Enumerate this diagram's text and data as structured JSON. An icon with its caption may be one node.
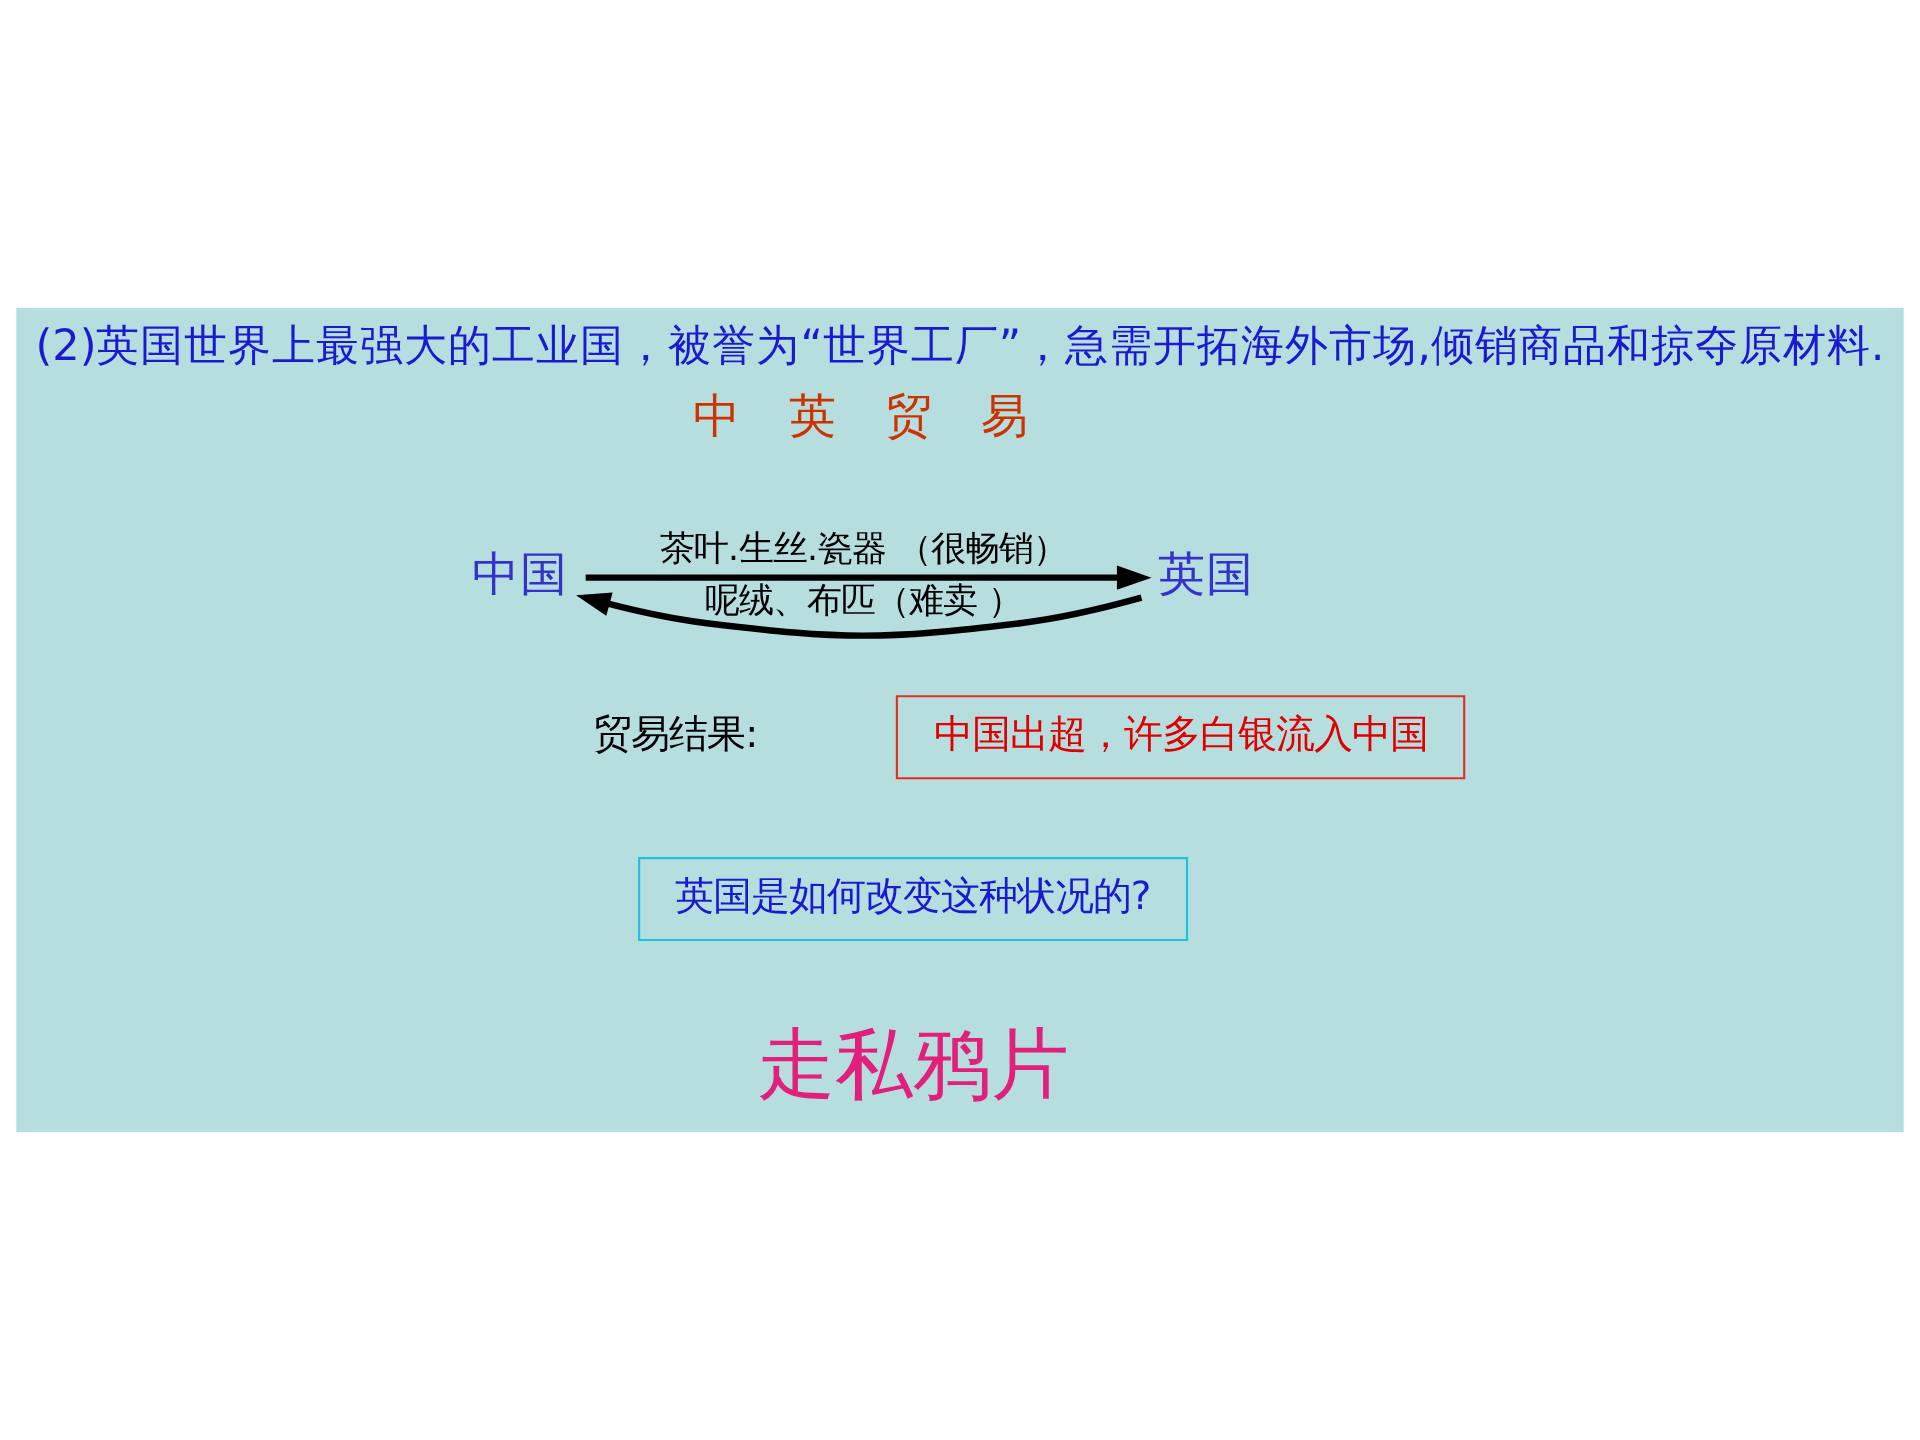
{
  "diagram": {
    "title": "(2)英国世界上最强大的工业国，被誉为“世界工厂”，急需开拓海外市场,倾销商品和掠夺原材料.",
    "nodes": [
      {
        "text": [
          "中国"
        ]
      },
      {
        "text": [
          "英国"
        ]
      },
      {
        "text": [
          "中国出超，许多白银流入中国"
        ]
      },
      {
        "text": [
          "英国是如何改变这种状况的?"
        ]
      }
    ],
    "edges": [
      {
        "from": 1,
        "to": 0,
        "arrow": "to",
        "label": "呢绒、布匹（难卖 ）"
      },
      {
        "from": 0,
        "to": 1,
        "arrow": "to",
        "label": "茶叶.生丝.瓷器 （很畅销）"
      }
    ],
    "labels": [
      "中　英　贸　易",
      "贸易结果:",
      "走私鸦片"
    ]
  }
}
